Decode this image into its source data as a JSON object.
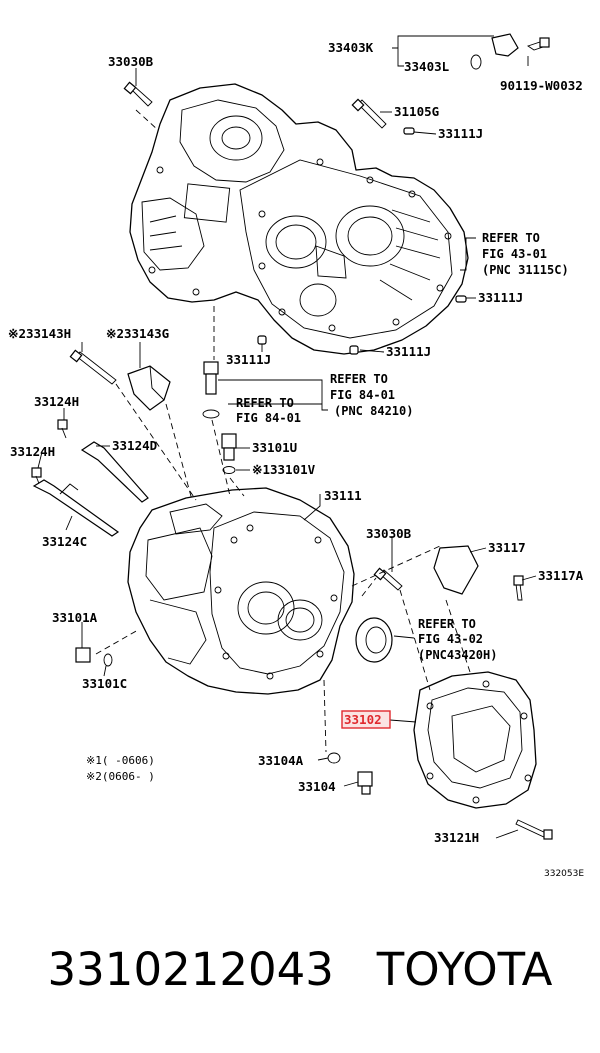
{
  "diagram": {
    "part_labels": {
      "p33030B_top": "33030B",
      "p33403K": "33403K",
      "p33403L": "33403L",
      "p90119": "90119-W0032",
      "p31105G": "31105G",
      "p33111J_a": "33111J",
      "p33111J_b": "33111J",
      "p33111J_c": "33111J",
      "p33111J_d": "33111J",
      "p33143H": "※233143H",
      "p33143G": "※233143G",
      "p33124H_a": "33124H",
      "p33124H_b": "33124H",
      "p33124D": "33124D",
      "p33124C": "33124C",
      "p33101U": "33101U",
      "p33101V": "※133101V",
      "p33111": "33111",
      "p33030B_mid": "33030B",
      "p33117": "33117",
      "p33117A": "33117A",
      "p33101A": "33101A",
      "p33101C": "33101C",
      "p33102": "33102",
      "p33104A": "33104A",
      "p33104": "33104",
      "p33121H": "33121H"
    },
    "refer_blocks": {
      "r1": [
        "REFER TO",
        "FIG 43-01",
        "(PNC 31115C)"
      ],
      "r2_top": "REFER TO",
      "r2_a": [
        "FIG 84-01",
        "(PNC 84210)"
      ],
      "r2_b": [
        "REFER TO",
        "FIG 84-01"
      ],
      "r3": [
        "REFER TO",
        "FIG 43-02",
        "(PNC43420H)"
      ]
    },
    "notes": {
      "n1": "※1(     -0606)",
      "n2": "※2(0606-     )"
    },
    "figure_code": "332053E",
    "highlight_color": "#e0292e"
  },
  "caption": {
    "part_number": "3310212043",
    "brand": "TOYOTA",
    "text": "3310212043   TOYOTA"
  }
}
